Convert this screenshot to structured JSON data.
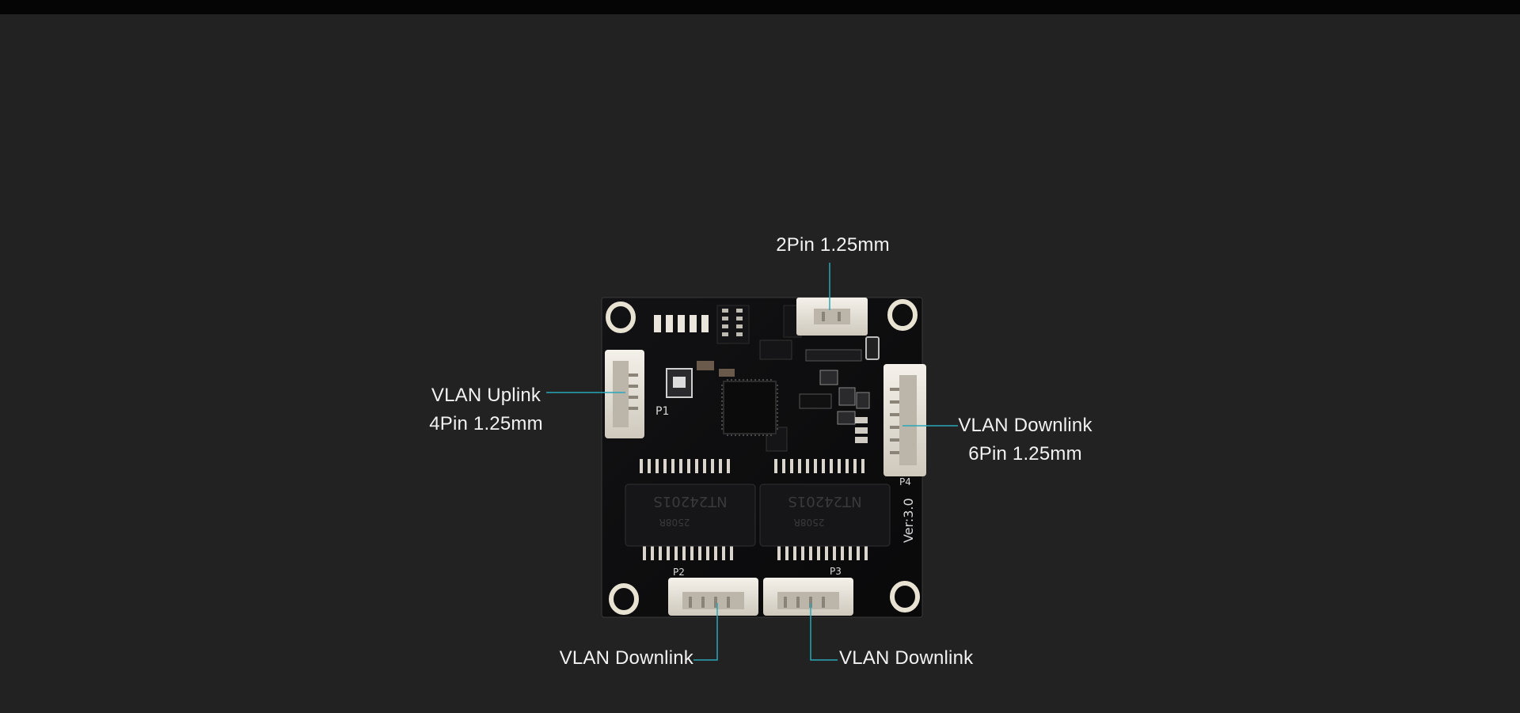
{
  "callouts": {
    "top": {
      "line1": "2Pin 1.25mm"
    },
    "left": {
      "line1": "VLAN Uplink",
      "line2": "4Pin 1.25mm"
    },
    "right": {
      "line1": "VLAN Downlink",
      "line2": "6Pin 1.25mm"
    },
    "bottom_left": {
      "line1": "VLAN Downlink"
    },
    "bottom_right": {
      "line1": "VLAN Downlink"
    }
  },
  "board": {
    "silkscreen": {
      "version": "Ver:3.0",
      "p1": "P1",
      "p2": "P2",
      "p3": "P3",
      "p4": "P4"
    },
    "transformers": [
      {
        "part": "NT24201S",
        "code": "2508R"
      },
      {
        "part": "NT24201S",
        "code": "2508R"
      }
    ]
  },
  "colors": {
    "background": "#222222",
    "leader_line": "#2aa7b8",
    "label_text": "#f2f2f2",
    "pcb": "#0e0e10"
  }
}
